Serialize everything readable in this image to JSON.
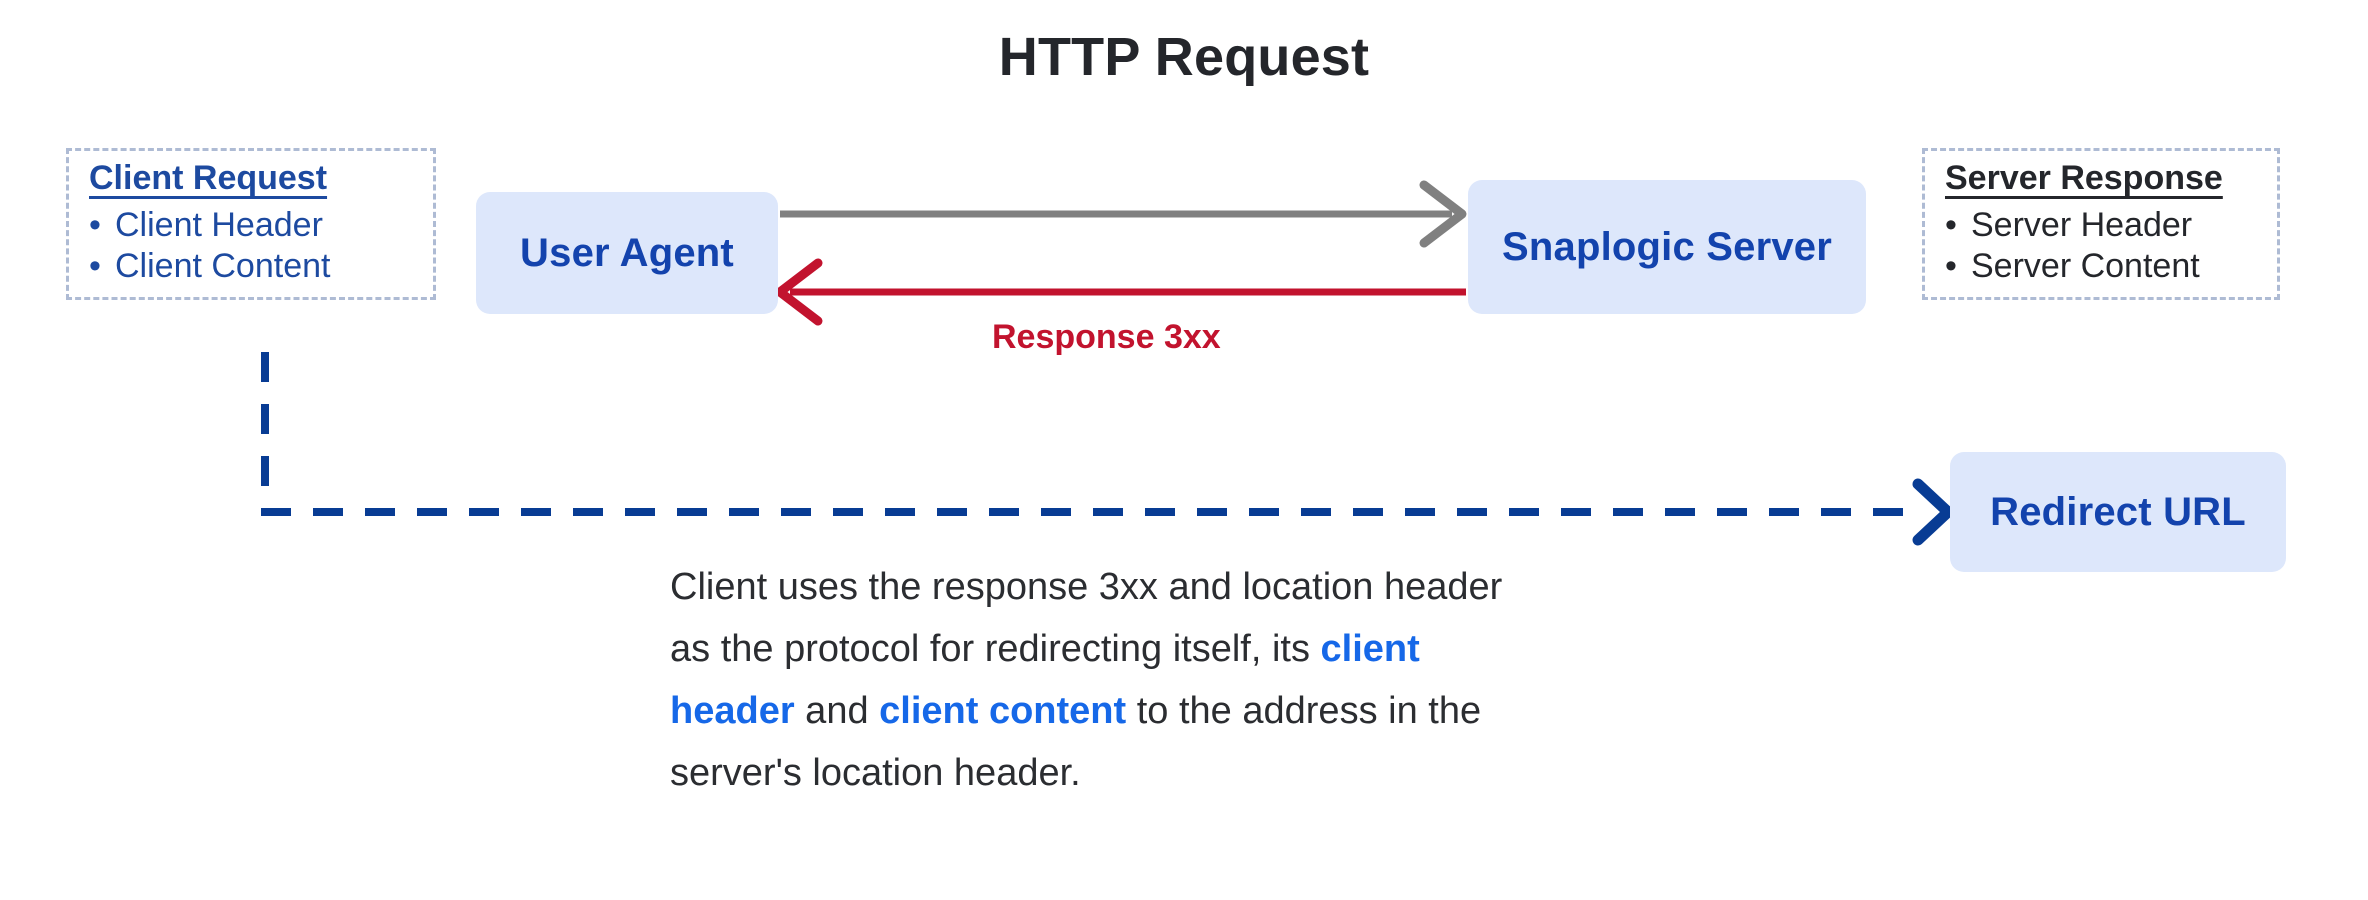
{
  "title": "HTTP Request",
  "panels": {
    "client": {
      "heading": "Client Request",
      "bullet_glyph": "•",
      "items": [
        "Client Header",
        "Client Content"
      ],
      "text_color": "#1d4aa0",
      "border_color": "#aebbd4"
    },
    "server": {
      "heading": "Server Response",
      "bullet_glyph": "•",
      "items": [
        "Server Header",
        "Server Content"
      ],
      "text_color": "#24262b",
      "border_color": "#aebbd4"
    }
  },
  "nodes": {
    "user_agent": {
      "label": "User Agent",
      "fill": "#dde7fb",
      "text_color": "#1343ad"
    },
    "server": {
      "label": "Snaplogic Server",
      "fill": "#dde7fb",
      "text_color": "#1343ad"
    },
    "redirect": {
      "label": "Redirect URL",
      "fill": "#dde7fb",
      "text_color": "#1343ad"
    }
  },
  "connectors": {
    "request_arrow": {
      "label": "",
      "color": "#808080",
      "direction": "right",
      "style": "solid"
    },
    "response_arrow": {
      "label": "Response 3xx",
      "color": "#c2132e",
      "direction": "left",
      "style": "solid"
    },
    "redirect_arrow": {
      "label": "",
      "color": "#083c94",
      "direction": "right",
      "style": "dashed"
    }
  },
  "paragraph": {
    "part1": "Client uses the response 3xx and location header as the protocol for redirecting itself, its ",
    "highlight1": "client header",
    "part2": " and ",
    "highlight2": "client content",
    "part3": " to the address in the server's location header.",
    "highlight_color": "#1668e8"
  }
}
